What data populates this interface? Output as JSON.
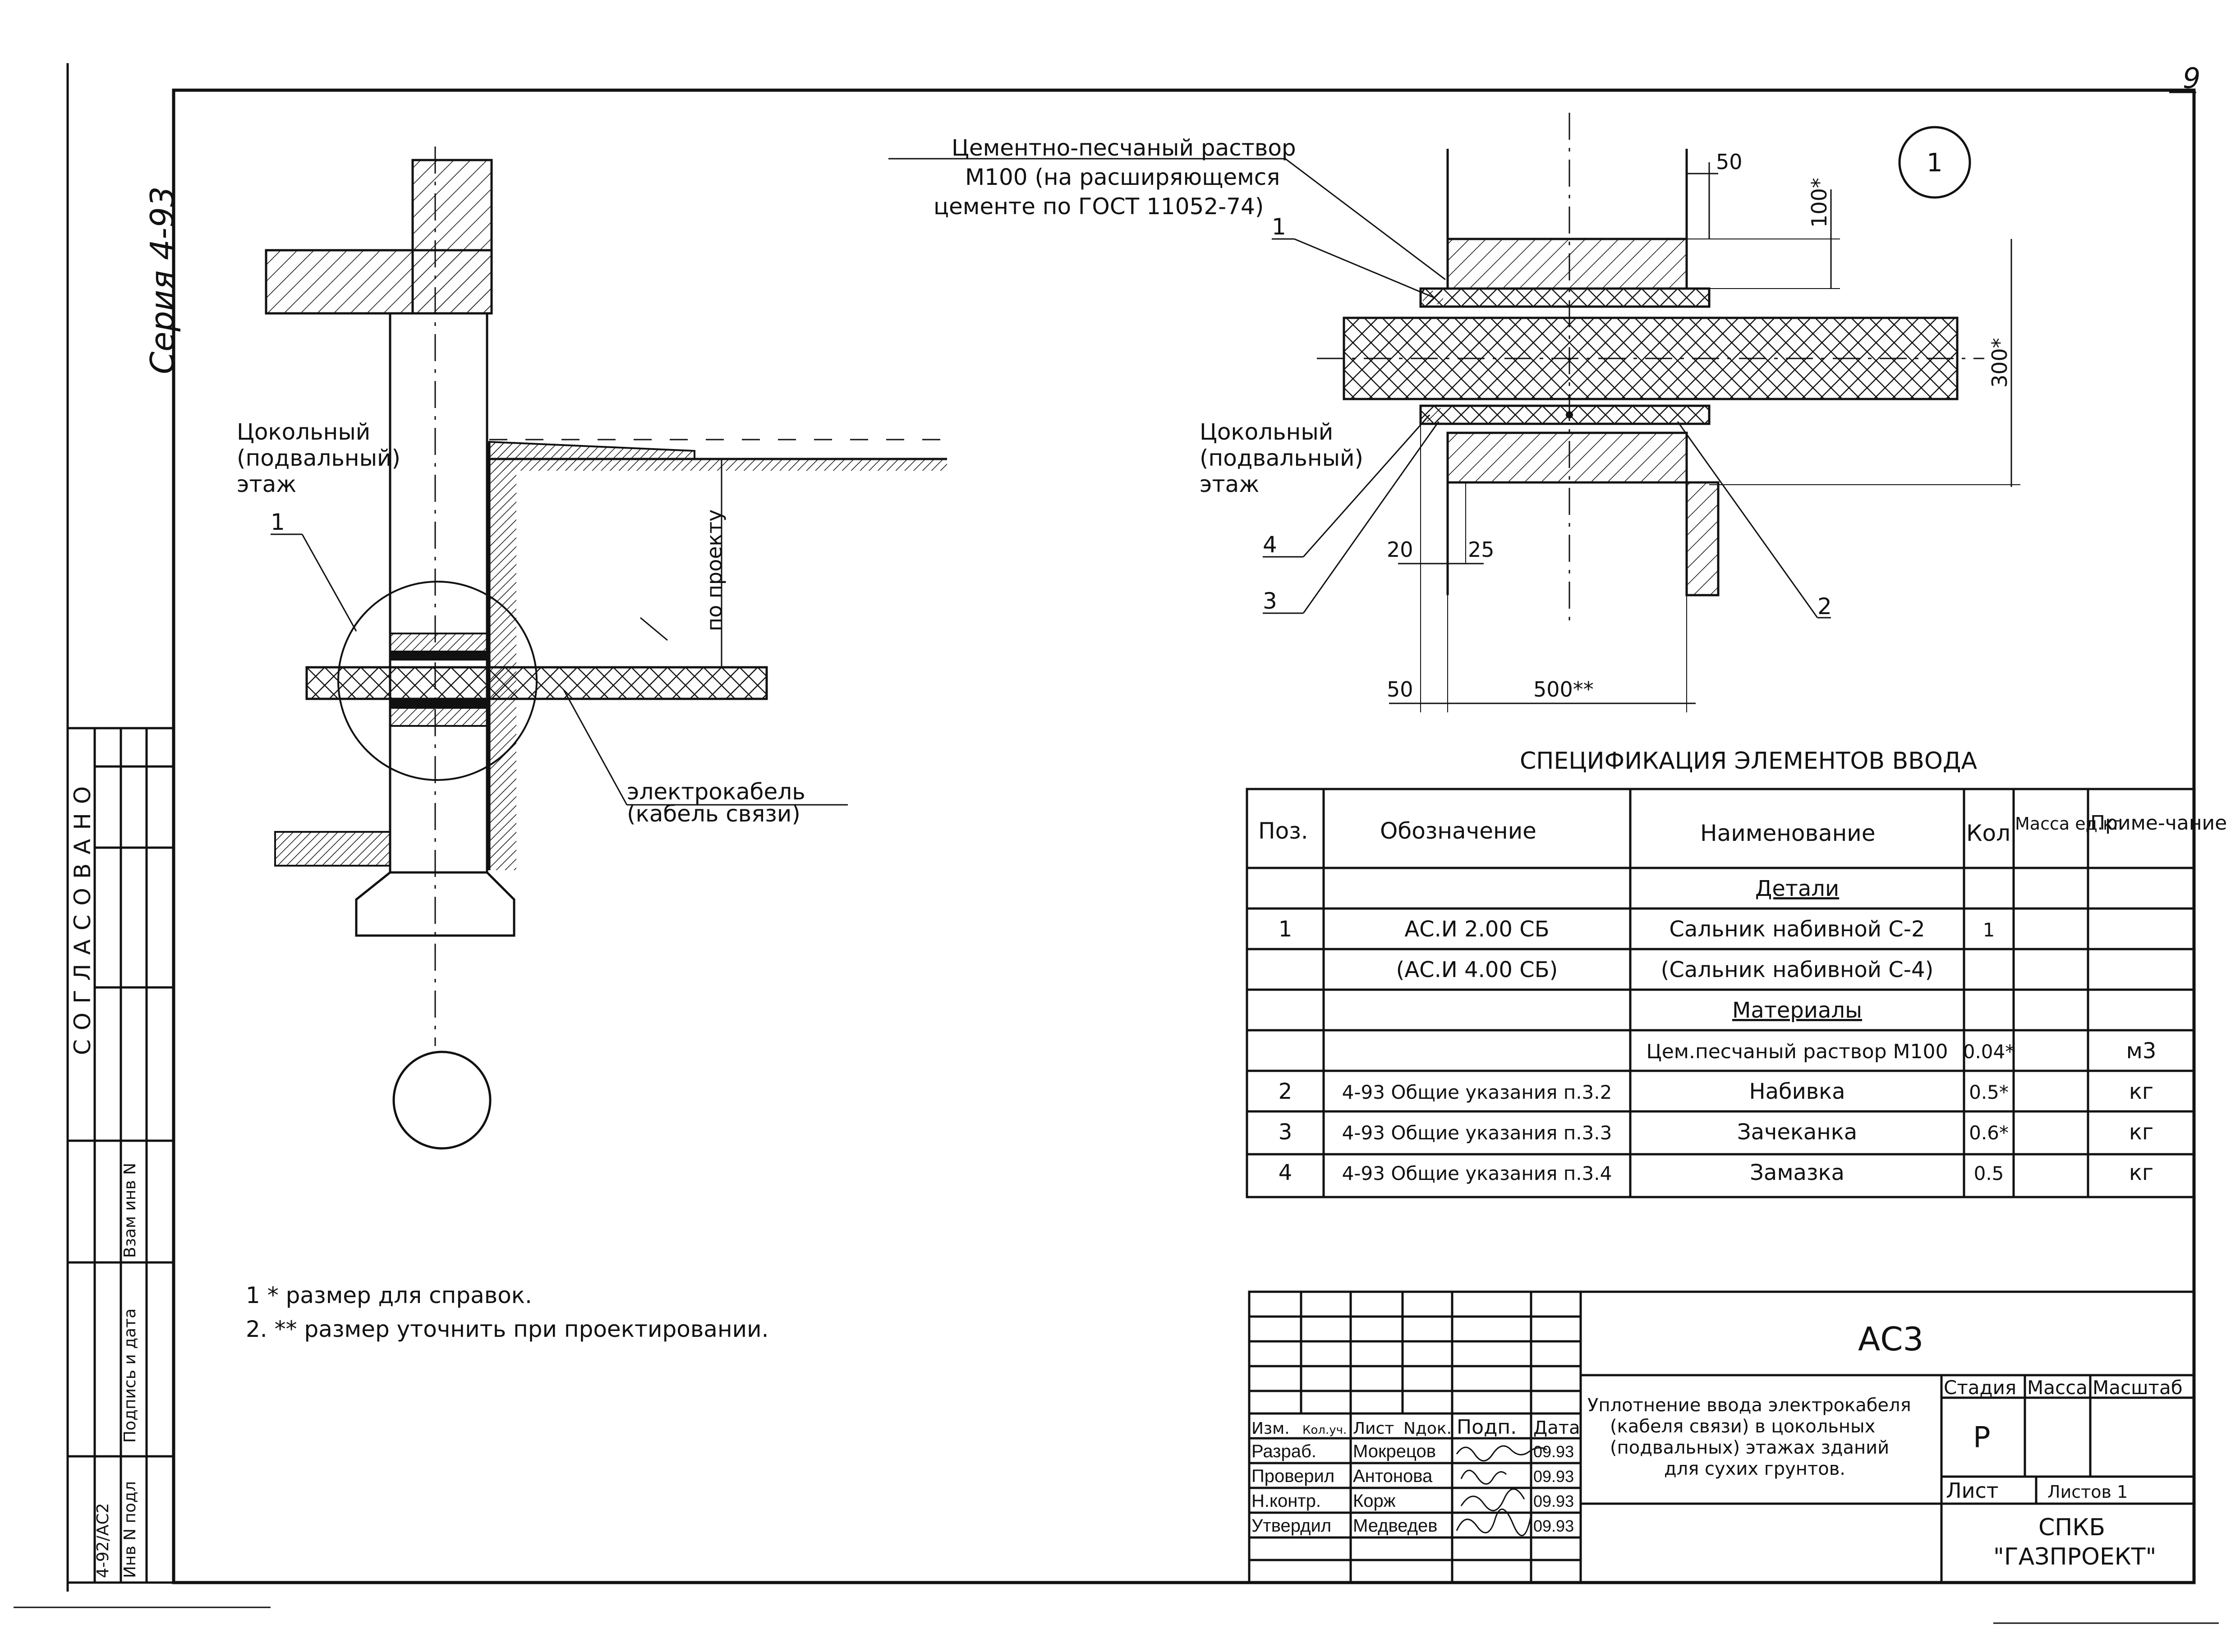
{
  "sheet": {
    "page_no": "9",
    "series": "Серия 4-93",
    "archive_no": "4-92/АС2"
  },
  "left_strip": {
    "approval": "СОГЛАСОВАНО",
    "fields": [
      "Взам инв N",
      "Подпись и дата",
      "Инв N подл"
    ]
  },
  "section_view": {
    "floor_label": [
      "Цокольный",
      "(подвальный)",
      "этаж"
    ],
    "callout_1": "1",
    "by_project": "по проекту",
    "cable_label": [
      "электрокабель",
      "(кабель связи)"
    ]
  },
  "detail_view": {
    "mark": "1",
    "mortar_note": [
      "Цементно-песчаный раствор",
      "М100 (на расширяющемся",
      "цементе по ГОСТ 11052-74)"
    ],
    "floor_label": [
      "Цокольный",
      "(подвальный)",
      "этаж"
    ],
    "callouts": [
      "1",
      "2",
      "3",
      "4"
    ],
    "dims": {
      "d50_top": "50",
      "d100": "100*",
      "d300": "300*",
      "d20": "20",
      "d25": "25",
      "d50_bottom": "50",
      "d500": "500**"
    }
  },
  "spec_table": {
    "title": "СПЕЦИФИКАЦИЯ ЭЛЕМЕНТОВ ВВОДА",
    "headers": [
      "Поз.",
      "Обозначение",
      "Наименование",
      "Кол",
      "Масса ед.кг",
      "Приме-чание"
    ],
    "rows": [
      [
        "",
        "",
        "Детали",
        "",
        "",
        ""
      ],
      [
        "1",
        "АС.И 2.00 СБ",
        "Сальник набивной С-2",
        "1",
        "",
        ""
      ],
      [
        "",
        "(АС.И 4.00 СБ)",
        "(Сальник набивной С-4)",
        "",
        "",
        ""
      ],
      [
        "",
        "",
        "Материалы",
        "",
        "",
        ""
      ],
      [
        "",
        "",
        "Цем.песчаный раствор М100",
        "0.04*",
        "",
        "м3"
      ],
      [
        "2",
        "4-93 Общие указания п.3.2",
        "Набивка",
        "0.5*",
        "",
        "кг"
      ],
      [
        "3",
        "4-93 Общие указания п.3.3",
        "Зачеканка",
        "0.6*",
        "",
        "кг"
      ],
      [
        "4",
        "4-93 Общие указания п.3.4",
        "Замазка",
        "0.5",
        "",
        "кг"
      ]
    ]
  },
  "notes": [
    "1 * размер для справок.",
    "2. ** размер уточнить при проектировании."
  ],
  "title_block": {
    "code": "АС3",
    "col_heads": [
      "Изм.",
      "Кол.уч.",
      "Лист",
      "Nдок.",
      "Подп.",
      "Дата"
    ],
    "people": [
      {
        "role": "Разраб.",
        "name": "Мокрецов",
        "date": "09.93"
      },
      {
        "role": "Проверил",
        "name": "Антонова",
        "date": "09.93"
      },
      {
        "role": "Н.контр.",
        "name": "Корж",
        "date": "09.93"
      },
      {
        "role": "Утвердил",
        "name": "Медведев",
        "date": "09.93"
      }
    ],
    "description": [
      "Уплотнение ввода электрокабеля",
      "(кабеля связи) в цокольных",
      "(подвальных) этажах зданий",
      "для сухих грунтов."
    ],
    "stage_head": "Стадия",
    "mass_head": "Масса",
    "scale_head": "Масштаб",
    "stage": "Р",
    "sheet_label": "Лист",
    "sheets_total": "Листов 1",
    "org": [
      "СПКБ",
      "\"ГАЗПРОЕКТ\""
    ]
  }
}
